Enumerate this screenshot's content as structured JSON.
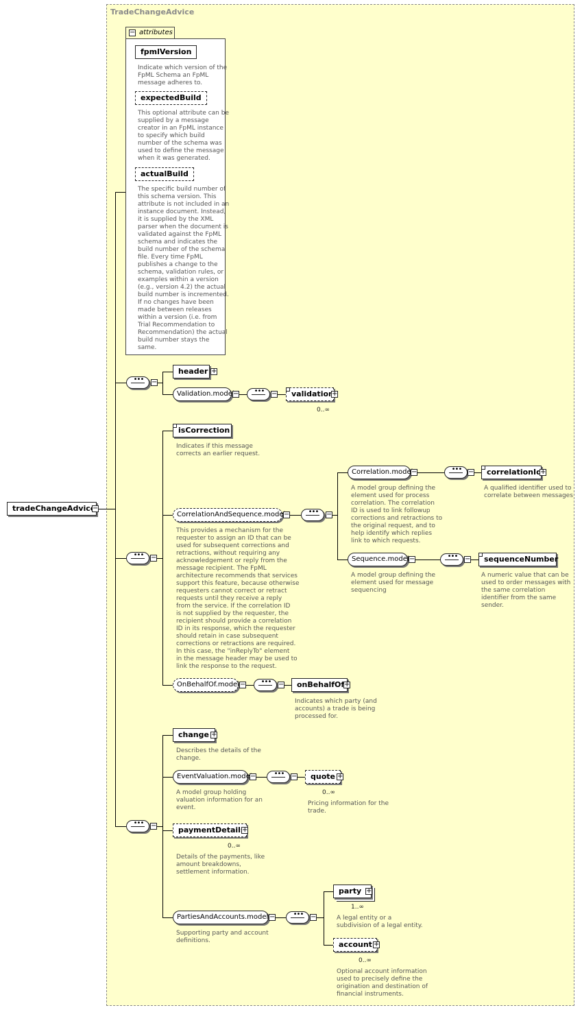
{
  "diagram": {
    "frame_title": "TradeChangeAdvice",
    "root": "tradeChangeAdvice",
    "attributes": {
      "tab_label": "attributes",
      "items": [
        {
          "name": "fpmlVersion",
          "optional": false,
          "doc": [
            "Indicate which version of the",
            "FpML Schema an FpML",
            "message adheres to."
          ]
        },
        {
          "name": "expectedBuild",
          "optional": true,
          "doc": [
            "This optional attribute can be",
            "supplied by a message",
            "creator in an FpML instance",
            "to specify which build",
            "number of the schema was",
            "used to define the message",
            "when it was generated."
          ]
        },
        {
          "name": "actualBuild",
          "optional": true,
          "doc": [
            "The specific build number of",
            "this schema version. This",
            "attribute is not included in an",
            "instance document. Instead,",
            "it is supplied by the XML",
            "parser when the document is",
            "validated against the FpML",
            "schema and indicates the",
            "build number of the schema",
            "file. Every time FpML",
            "publishes a change to the",
            "schema, validation rules, or",
            "examples within a version",
            "(e.g., version 4.2) the actual",
            "build number is incremented.",
            "If no changes have been",
            "made between releases",
            "within a version (i.e. from",
            "Trial Recommendation to",
            "Recommendation) the actual",
            "build number stays the",
            "same."
          ]
        }
      ]
    },
    "nodes": {
      "header": "header",
      "validation_model": "Validation.model",
      "validation": "validation",
      "validation_card": "0..∞",
      "isCorrection": "isCorrection",
      "isCorrection_doc": [
        "Indicates if this message",
        "corrects an earlier request."
      ],
      "cas_model": "CorrelationAndSequence.model",
      "cas_doc": [
        "This provides a mechanism for the",
        "requester to assign an ID that can be",
        "used for subsequent corrections and",
        "retractions, without requiring any",
        "acknowledgement or reply from the",
        "message recipient. The FpML",
        "architecture recommends that services",
        "support this feature, because otherwise",
        "requesters cannot correct or retract",
        "requests until they receive a reply",
        "from the service. If the correlation ID",
        "is not supplied by the requester, the",
        "recipient should provide a correlation",
        "ID in its response, which the requester",
        "should retain in case subsequent",
        "corrections or retractions are required.",
        "In this case, the \"inReplyTo\" element",
        "in the message header may be used to",
        "link the response to the request."
      ],
      "correlation_model": "Correlation.model",
      "correlation_doc": [
        "A model group defining the",
        "element used for process",
        "correlation. The correlation",
        "ID is used to link followup",
        "corrections and retractions to",
        "the original request, and to",
        "help identify which replies",
        "link to which requests."
      ],
      "correlationId": "correlationId",
      "correlationId_doc": [
        "A qualified identifier used to",
        "correlate between messages"
      ],
      "sequence_model": "Sequence.model",
      "sequence_doc": [
        "A model group defining the",
        "element used for message",
        "sequencing"
      ],
      "sequenceNumber": "sequenceNumber",
      "sequenceNumber_doc": [
        "A numeric value that can be",
        "used to order messages with",
        "the same correlation",
        "identifier from the same",
        "sender."
      ],
      "obo_model": "OnBehalfOf.model",
      "onBehalfOf": "onBehalfOf",
      "onBehalfOf_doc": [
        "Indicates which party (and",
        "accounts) a trade is being",
        "processed for."
      ],
      "change": "change",
      "change_doc": [
        "Describes the details of the",
        "change."
      ],
      "ev_model": "EventValuation.model",
      "ev_doc": [
        "A model group holding",
        "valuation information for an",
        "event."
      ],
      "quote": "quote",
      "quote_card": "0..∞",
      "quote_doc": [
        "Pricing information for the",
        "trade."
      ],
      "paymentDetails": "paymentDetails",
      "paymentDetails_card": "0..∞",
      "paymentDetails_doc": [
        "Details of the payments, like",
        "amount breakdowns,",
        "settlement information."
      ],
      "pa_model": "PartiesAndAccounts.model",
      "pa_doc": [
        "Supporting party and account",
        "definitions."
      ],
      "party": "party",
      "party_card": "1..∞",
      "party_doc": [
        "A legal entity or a",
        "subdivision of a legal entity."
      ],
      "account": "account",
      "account_card": "0..∞",
      "account_doc": [
        "Optional account information",
        "used to precisely define the",
        "origination and destination of",
        "financial instruments."
      ]
    }
  }
}
